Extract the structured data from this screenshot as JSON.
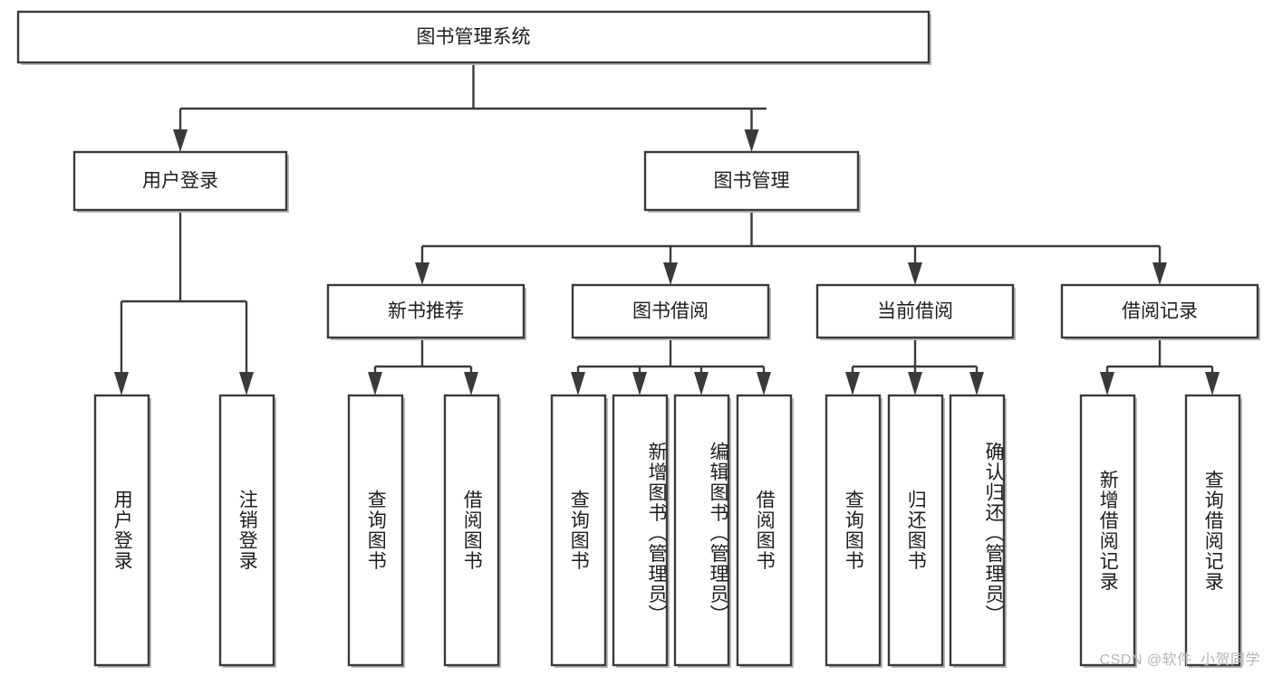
{
  "diagram": {
    "title_node": {
      "label": "图书管理系统"
    },
    "level2": [
      {
        "id": "user-login",
        "label": "用户登录"
      },
      {
        "id": "book-manage",
        "label": "图书管理"
      }
    ],
    "level3": [
      {
        "id": "new-book-recommend",
        "label": "新书推荐"
      },
      {
        "id": "book-borrow",
        "label": "图书借阅"
      },
      {
        "id": "current-borrow",
        "label": "当前借阅"
      },
      {
        "id": "borrow-record",
        "label": "借阅记录"
      }
    ],
    "leaves": [
      {
        "id": "leaf-user-login",
        "parent": "user-login",
        "label": "用户登录"
      },
      {
        "id": "leaf-logout-login",
        "parent": "user-login",
        "label": "注销登录"
      },
      {
        "id": "leaf-query-book-1",
        "parent": "new-book-recommend",
        "label": "查询图书"
      },
      {
        "id": "leaf-borrow-book-1",
        "parent": "new-book-recommend",
        "label": "借阅图书"
      },
      {
        "id": "leaf-query-book-2",
        "parent": "book-borrow",
        "label": "查询图书"
      },
      {
        "id": "leaf-add-book-admin",
        "parent": "book-borrow",
        "label": "新增图书（管理员）"
      },
      {
        "id": "leaf-edit-book-admin",
        "parent": "book-borrow",
        "label": "编辑图书（管理员）"
      },
      {
        "id": "leaf-borrow-book-2",
        "parent": "book-borrow",
        "label": "借阅图书"
      },
      {
        "id": "leaf-query-book-3",
        "parent": "current-borrow",
        "label": "查询图书"
      },
      {
        "id": "leaf-return-book",
        "parent": "current-borrow",
        "label": "归还图书"
      },
      {
        "id": "leaf-confirm-return-admin",
        "parent": "current-borrow",
        "label": "确认归还（管理员）"
      },
      {
        "id": "leaf-add-borrow-record",
        "parent": "borrow-record",
        "label": "新增借阅记录"
      },
      {
        "id": "leaf-query-borrow-record",
        "parent": "borrow-record",
        "label": "查询借阅记录"
      }
    ],
    "colors": {
      "stroke": "#3a3a3a",
      "box_fill": "#ffffff",
      "text": "#1d1d1d",
      "background": "#ffffff",
      "watermark": "#b5b5b5"
    }
  },
  "watermark": {
    "text": "CSDN @软件_小贺同学"
  }
}
